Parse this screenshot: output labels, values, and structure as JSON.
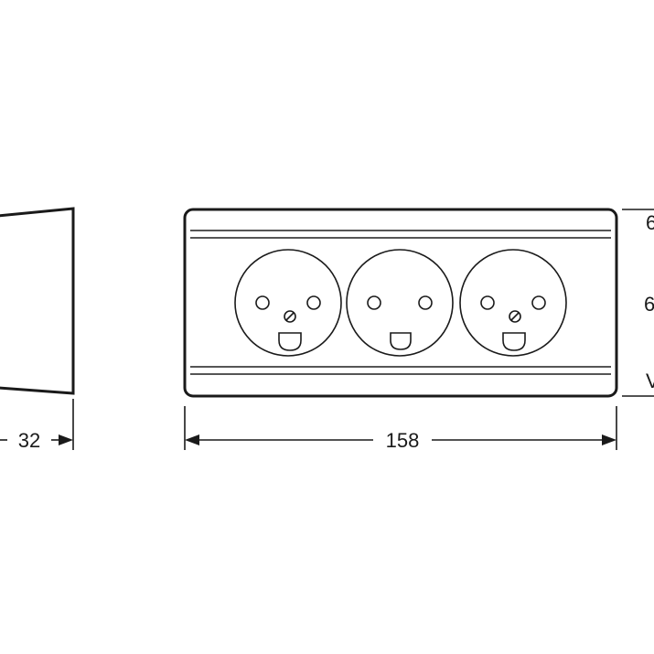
{
  "colors": {
    "line": "#1a1a1a",
    "rail": "#555555",
    "background": "#ffffff"
  },
  "dimensions": {
    "side_depth": "32",
    "front_width": "158",
    "height_partial_top": "6",
    "height_partial_mid": "6",
    "height_partial_bottom": "V"
  },
  "outlets": {
    "count": 3,
    "type": "socket-with-earth-pin"
  }
}
